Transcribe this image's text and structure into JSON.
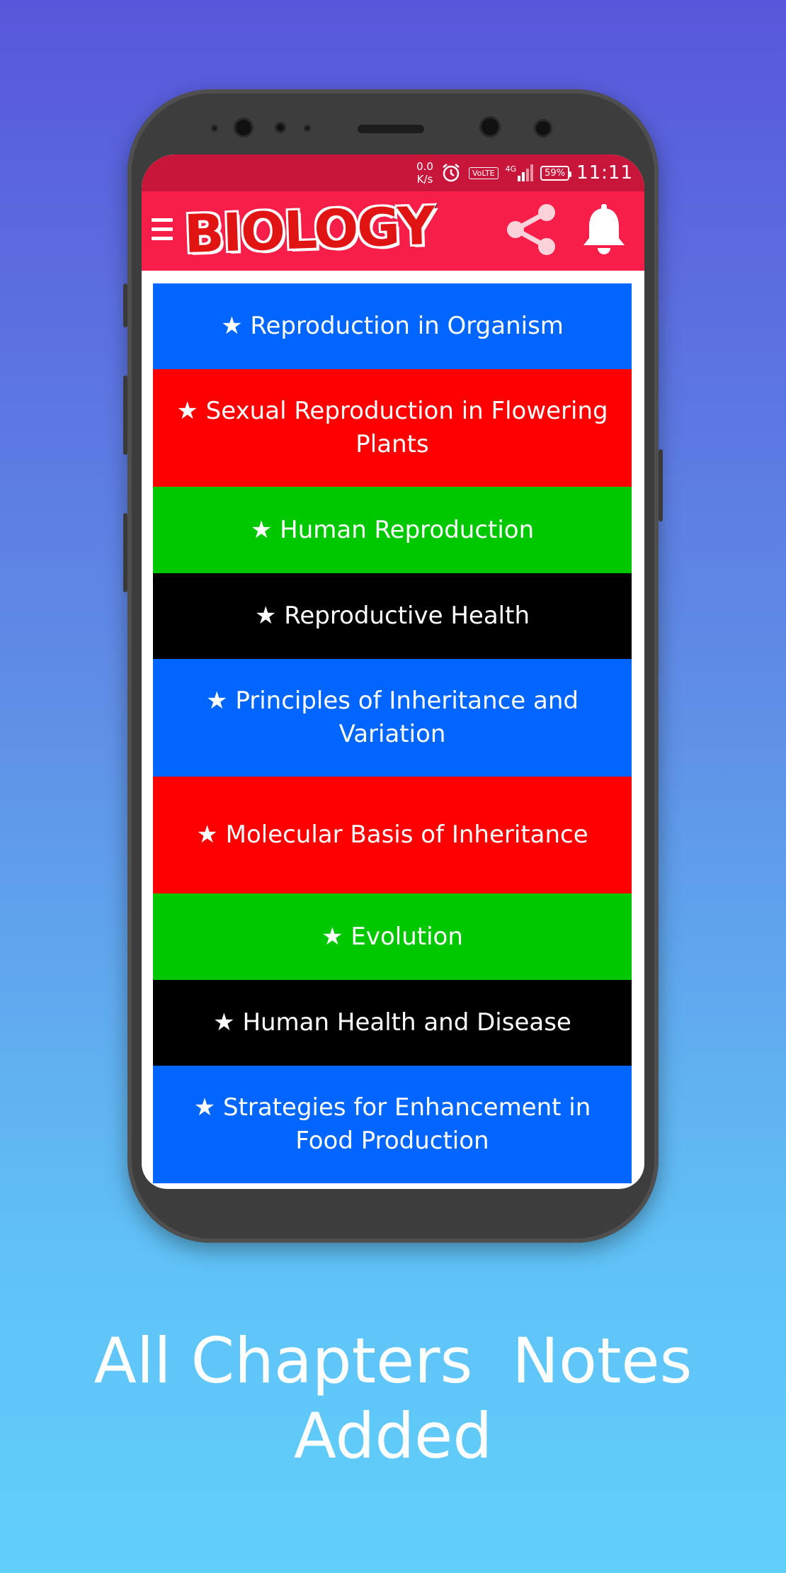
{
  "status_bar": {
    "speed_value": "0.0",
    "speed_unit": "K/s",
    "volte": "VoLTE",
    "network": "4G",
    "battery": "59%",
    "time": "11:11"
  },
  "app_bar": {
    "logo_text": "BIOLOGY"
  },
  "chapters": [
    {
      "label": "★ Reproduction in Organism",
      "color": "#0066ff"
    },
    {
      "label": "★ Sexual Reproduction in Flowering Plants",
      "color": "#ff0000"
    },
    {
      "label": "★ Human Reproduction",
      "color": "#00c800"
    },
    {
      "label": "★ Reproductive Health",
      "color": "#000000"
    },
    {
      "label": "★ Principles of Inheritance and Variation",
      "color": "#0066ff"
    },
    {
      "label": "★ Molecular Basis of Inheritance",
      "color": "#ff0000"
    },
    {
      "label": "★ Evolution",
      "color": "#00c800"
    },
    {
      "label": "★ Human Health and Disease",
      "color": "#000000"
    },
    {
      "label": "★ Strategies for Enhancement in Food Production",
      "color": "#0066ff"
    }
  ],
  "caption": {
    "line1": "All Chapters  Notes",
    "line2": "Added"
  },
  "icons": {
    "menu": "hamburger-icon",
    "share": "share-icon",
    "notifications": "bell-icon"
  }
}
